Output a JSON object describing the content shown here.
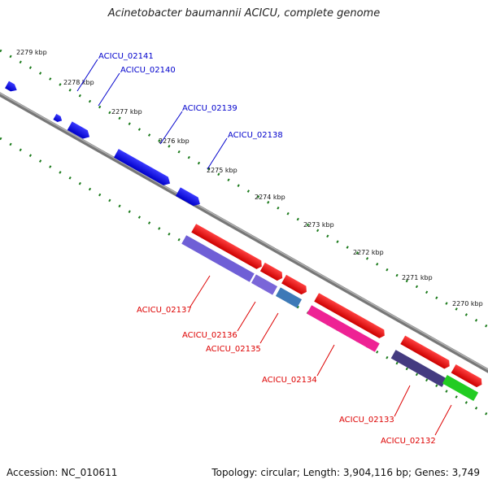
{
  "title": "Acinetobacter baumannii ACICU, complete genome",
  "accession": "Accession: NC_010611",
  "topology": "Topology: circular; Length: 3,904,116 bp; Genes: 3,749",
  "colors": {
    "backbone": "#8c8c8c",
    "tick": "#1a7a1a",
    "forward_gene": "#0000ee",
    "reverse_gene": "#ee0000",
    "forward_label": "#0000cc",
    "reverse_label": "#dd0000"
  },
  "ticks": [
    "2279 kbp",
    "2278 kbp",
    "2277 kbp",
    "2276 kbp",
    "2275 kbp",
    "2274 kbp",
    "2273 kbp",
    "2272 kbp",
    "2271 kbp",
    "2270 kbp"
  ],
  "forward_genes": [
    "ACICU_02141",
    "ACICU_02140",
    "ACICU_02139",
    "ACICU_02138"
  ],
  "reverse_genes": [
    "ACICU_02137",
    "ACICU_02136",
    "ACICU_02135",
    "ACICU_02134",
    "ACICU_02133",
    "ACICU_02132"
  ]
}
